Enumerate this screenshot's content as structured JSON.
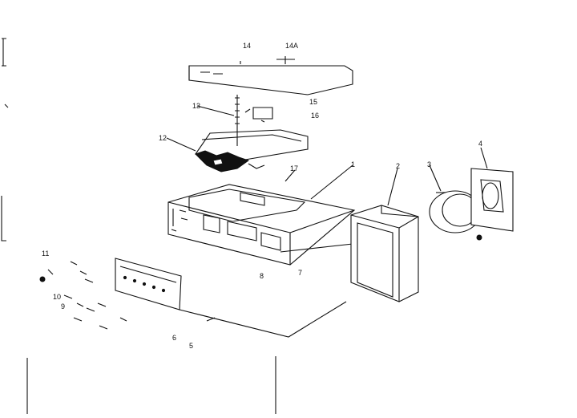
{
  "diagram": {
    "part_labels": {
      "p14": "14",
      "p14a": "14A",
      "p15": "15",
      "p16": "16",
      "p13": "13",
      "p12": "12",
      "p17": "17",
      "p1": "1",
      "p2": "2",
      "p3": "3",
      "p4": "4",
      "p5": "5",
      "p6": "6",
      "p7": "7",
      "p8": "8",
      "p9": "9",
      "p10": "10",
      "p11": "11"
    }
  }
}
